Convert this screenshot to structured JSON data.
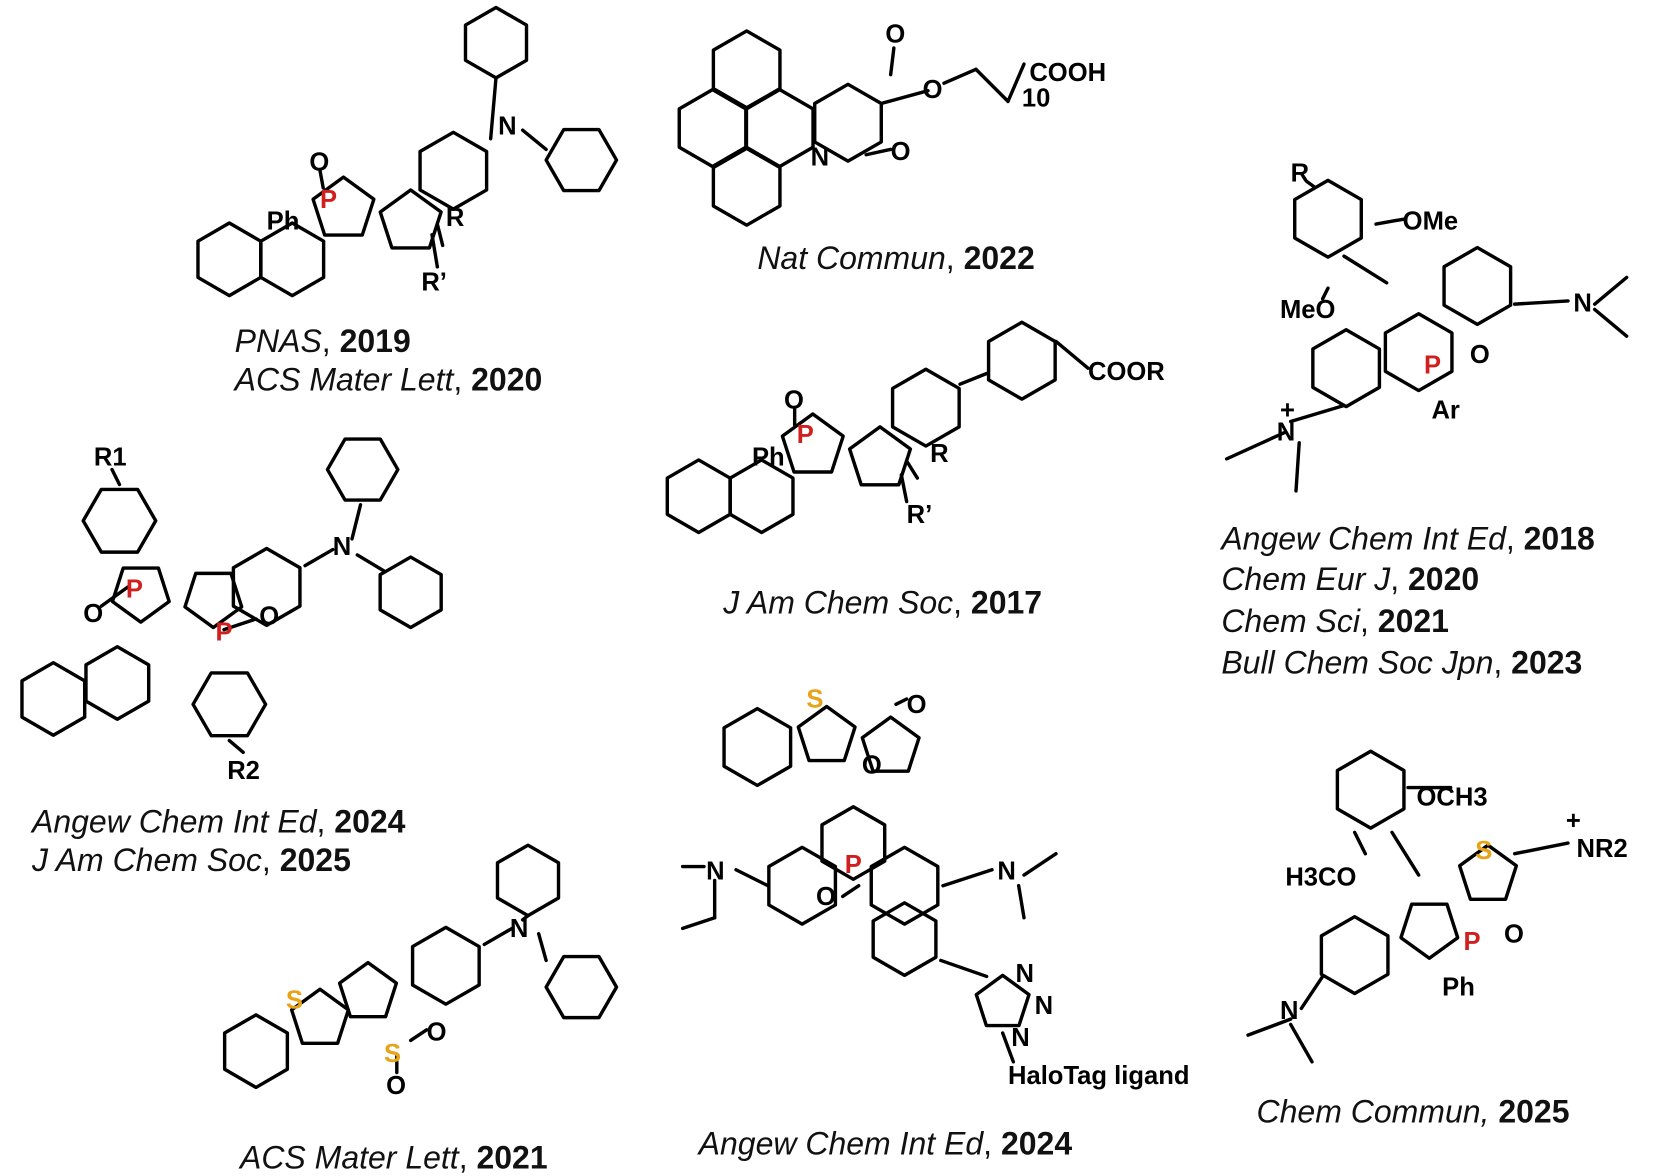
{
  "colors": {
    "phosphorus": "#d01f1f",
    "sulfur": "#e8a317",
    "default": "#000000"
  },
  "captions": [
    {
      "journal": "PNAS",
      "sep": ", ",
      "year": "2019"
    },
    {
      "journal": "ACS Mater Lett",
      "sep": ", ",
      "year": "2020"
    },
    {
      "journal": "Nat Commun",
      "sep": ", ",
      "year": "2022"
    },
    {
      "journal": "J Am Chem Soc",
      "sep": ", ",
      "year": "2017"
    },
    {
      "journal": "Angew Chem Int Ed",
      "sep": ", ",
      "year": "2018"
    },
    {
      "journal": "Chem Eur J",
      "sep": ", ",
      "year": "2020"
    },
    {
      "journal": "Chem Sci",
      "sep": ", ",
      "year": "2021"
    },
    {
      "journal": "Bull Chem Soc Jpn",
      "sep": ", ",
      "year": "2023"
    },
    {
      "journal": "Angew Chem Int Ed",
      "sep": ", ",
      "year": "2024"
    },
    {
      "journal": "J Am Chem Soc",
      "sep": ", ",
      "year": "2025"
    },
    {
      "journal": "ACS Mater Lett",
      "sep": ", ",
      "year": "2021"
    },
    {
      "journal": "Angew Chem Int Ed",
      "sep": ", ",
      "year": "2024"
    },
    {
      "journal": "Chem Commun,",
      "sep": " ",
      "year": "2025"
    }
  ],
  "molecules": [
    {
      "atoms": [
        "O",
        "P",
        "Ph",
        "R",
        "R’",
        "N"
      ]
    },
    {
      "atoms": [
        "O",
        "O",
        "COOH",
        "10",
        "N",
        "O"
      ]
    },
    {
      "atoms": [
        "O",
        "P",
        "Ph",
        "R",
        "R’",
        "COOR"
      ]
    },
    {
      "atoms": [
        "R",
        "OMe",
        "MeO",
        "N",
        "P",
        "O",
        "Ar",
        "+",
        "N"
      ]
    },
    {
      "atoms": [
        "R1",
        "P",
        "O",
        "N",
        "P",
        "O",
        "R2"
      ]
    },
    {
      "atoms": [
        "S",
        "S",
        "O",
        "O",
        "N"
      ]
    },
    {
      "atoms": [
        "S",
        "O",
        "O",
        "N",
        "N",
        "P",
        "O",
        "N",
        "N",
        "N",
        "HaloTag ligand"
      ]
    },
    {
      "atoms": [
        "OCH3",
        "H3CO",
        "S",
        "+",
        "NR2",
        "P",
        "O",
        "Ph",
        "N"
      ]
    }
  ]
}
